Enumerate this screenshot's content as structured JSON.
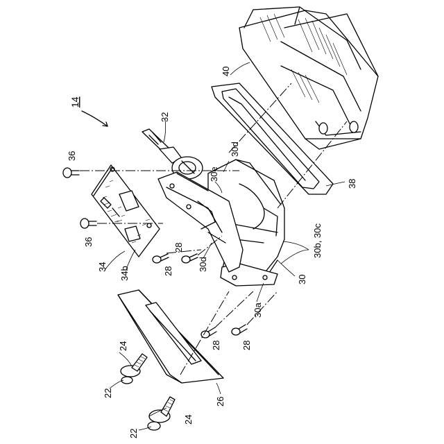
{
  "figure": {
    "assembly_label": "14",
    "labels": {
      "l40": "40",
      "l38": "38",
      "l32": "32",
      "l36a": "36",
      "l36b": "36",
      "l30d_top": "30d",
      "l30e": "30e",
      "l30d_mid": "30d",
      "l30bc": "30b, 30c",
      "l30": "30",
      "l30a": "30a",
      "l28a": "28",
      "l28b": "28",
      "l28c": "28",
      "l28d": "28",
      "l34": "34",
      "l34b": "34b",
      "l26": "26",
      "l24a": "24",
      "l24b": "24",
      "l22a": "22",
      "l22b": "22"
    }
  }
}
